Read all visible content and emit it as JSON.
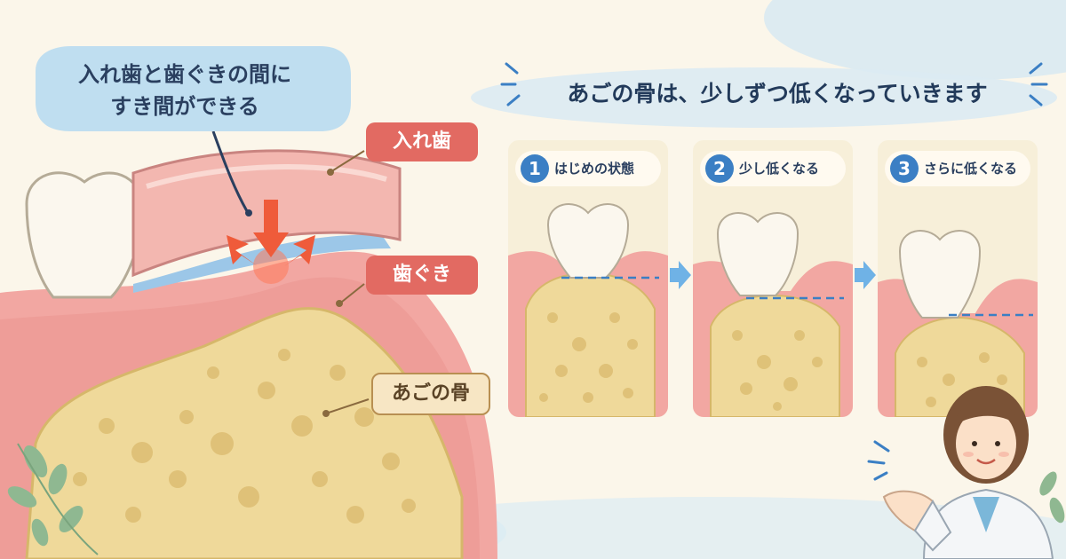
{
  "callout": {
    "line1": "入れ歯と歯ぐきの間に",
    "line2": "すき間ができる"
  },
  "labels": {
    "denture": "入れ歯",
    "gum": "歯ぐき",
    "jawbone": "あごの骨"
  },
  "title": "あごの骨は、少しずつ低くなっていきます",
  "steps": [
    {
      "number": "1",
      "label": "はじめの状態"
    },
    {
      "number": "2",
      "label": "少し低くなる"
    },
    {
      "number": "3",
      "label": "さらに低くなる"
    }
  ],
  "colors": {
    "bone": "#efd99a",
    "gum": "#f2a7a2",
    "accent_blue": "#3b7fc4",
    "arrow_red": "#ef5b3a",
    "label_red": "#d9534f",
    "label_brown": "#8a6a3f"
  }
}
